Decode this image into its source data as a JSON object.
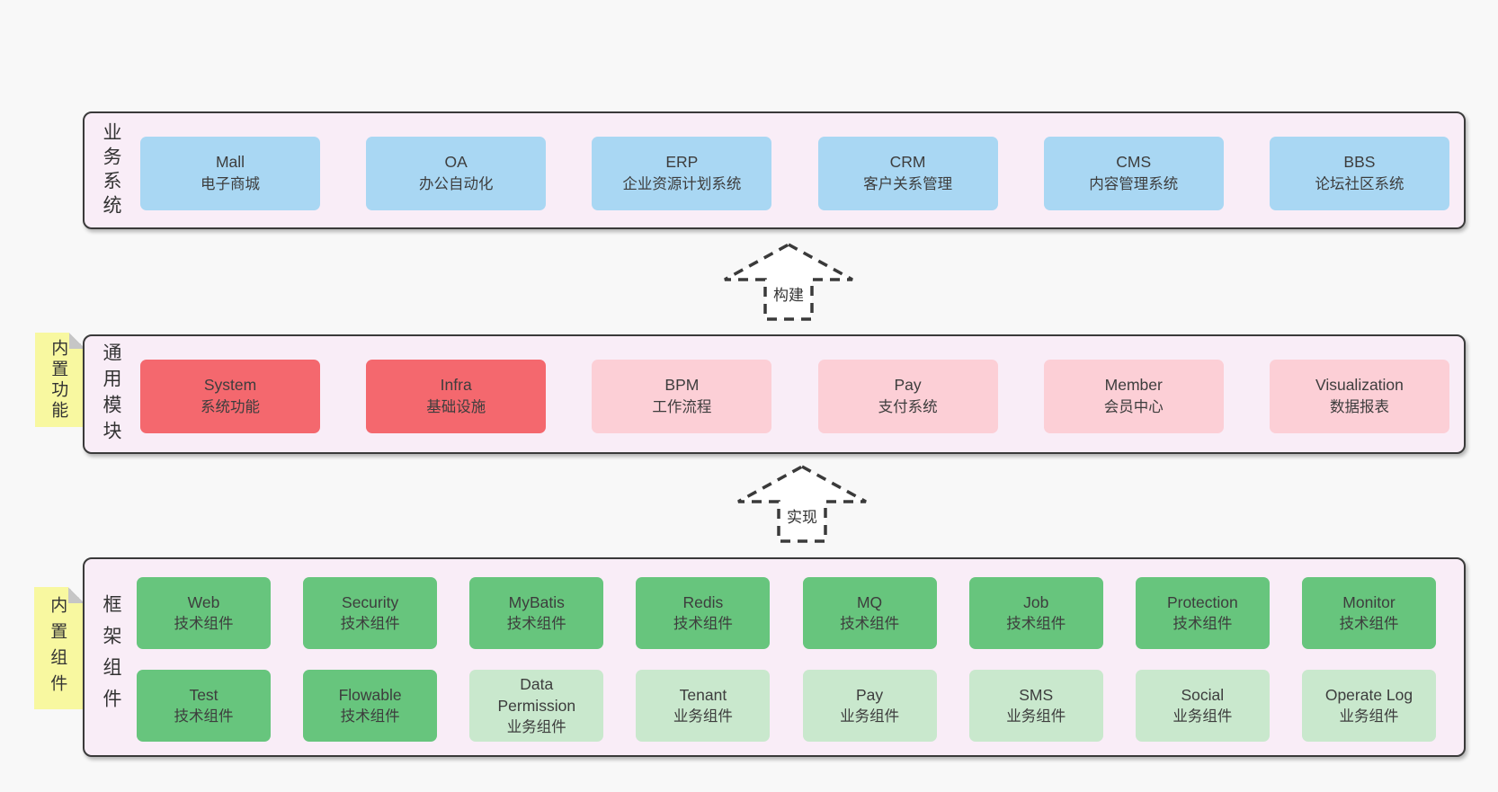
{
  "colors": {
    "page_background": "#f8f8f8",
    "layer_background": "#f9edf7",
    "layer_border": "#3a3a3a",
    "box_blue": "#a9d7f3",
    "box_red": "#f4686e",
    "box_pink": "#fccfd6",
    "box_green_dark": "#67c57d",
    "box_green_light": "#c9e8cd",
    "sticky_yellow": "#f8f8a0",
    "sticky_fold": "#c6c6c6",
    "text": "#3d3d3d"
  },
  "arrows": {
    "build": "构建",
    "implement": "实现"
  },
  "layers": {
    "business": {
      "label": "业务系统",
      "boxes": [
        {
          "en": "Mall",
          "zh": "电子商城",
          "variant": "blue"
        },
        {
          "en": "OA",
          "zh": "办公自动化",
          "variant": "blue"
        },
        {
          "en": "ERP",
          "zh": "企业资源计划系统",
          "variant": "blue"
        },
        {
          "en": "CRM",
          "zh": "客户关系管理",
          "variant": "blue"
        },
        {
          "en": "CMS",
          "zh": "内容管理系统",
          "variant": "blue"
        },
        {
          "en": "BBS",
          "zh": "论坛社区系统",
          "variant": "blue"
        }
      ]
    },
    "modules": {
      "label": "通用模块",
      "sticky": "内置功能",
      "boxes": [
        {
          "en": "System",
          "zh": "系统功能",
          "variant": "red"
        },
        {
          "en": "Infra",
          "zh": "基础设施",
          "variant": "red"
        },
        {
          "en": "BPM",
          "zh": "工作流程",
          "variant": "pink"
        },
        {
          "en": "Pay",
          "zh": "支付系统",
          "variant": "pink"
        },
        {
          "en": "Member",
          "zh": "会员中心",
          "variant": "pink"
        },
        {
          "en": "Visualization",
          "zh": "数据报表",
          "variant": "pink"
        }
      ]
    },
    "components": {
      "label": "框架组件",
      "sticky": "内置组件",
      "row1": [
        {
          "en": "Web",
          "zh": "技术组件",
          "variant": "green-dark"
        },
        {
          "en": "Security",
          "zh": "技术组件",
          "variant": "green-dark"
        },
        {
          "en": "MyBatis",
          "zh": "技术组件",
          "variant": "green-dark"
        },
        {
          "en": "Redis",
          "zh": "技术组件",
          "variant": "green-dark"
        },
        {
          "en": "MQ",
          "zh": "技术组件",
          "variant": "green-dark"
        },
        {
          "en": "Job",
          "zh": "技术组件",
          "variant": "green-dark"
        },
        {
          "en": "Protection",
          "zh": "技术组件",
          "variant": "green-dark"
        },
        {
          "en": "Monitor",
          "zh": "技术组件",
          "variant": "green-dark"
        }
      ],
      "row2": [
        {
          "en": "Test",
          "zh": "技术组件",
          "variant": "green-dark"
        },
        {
          "en": "Flowable",
          "zh": "技术组件",
          "variant": "green-dark"
        },
        {
          "en": "Data Permission",
          "zh": "业务组件",
          "variant": "green-light"
        },
        {
          "en": "Tenant",
          "zh": "业务组件",
          "variant": "green-light"
        },
        {
          "en": "Pay",
          "zh": "业务组件",
          "variant": "green-light"
        },
        {
          "en": "SMS",
          "zh": "业务组件",
          "variant": "green-light"
        },
        {
          "en": "Social",
          "zh": "业务组件",
          "variant": "green-light"
        },
        {
          "en": "Operate Log",
          "zh": "业务组件",
          "variant": "green-light"
        }
      ]
    }
  }
}
